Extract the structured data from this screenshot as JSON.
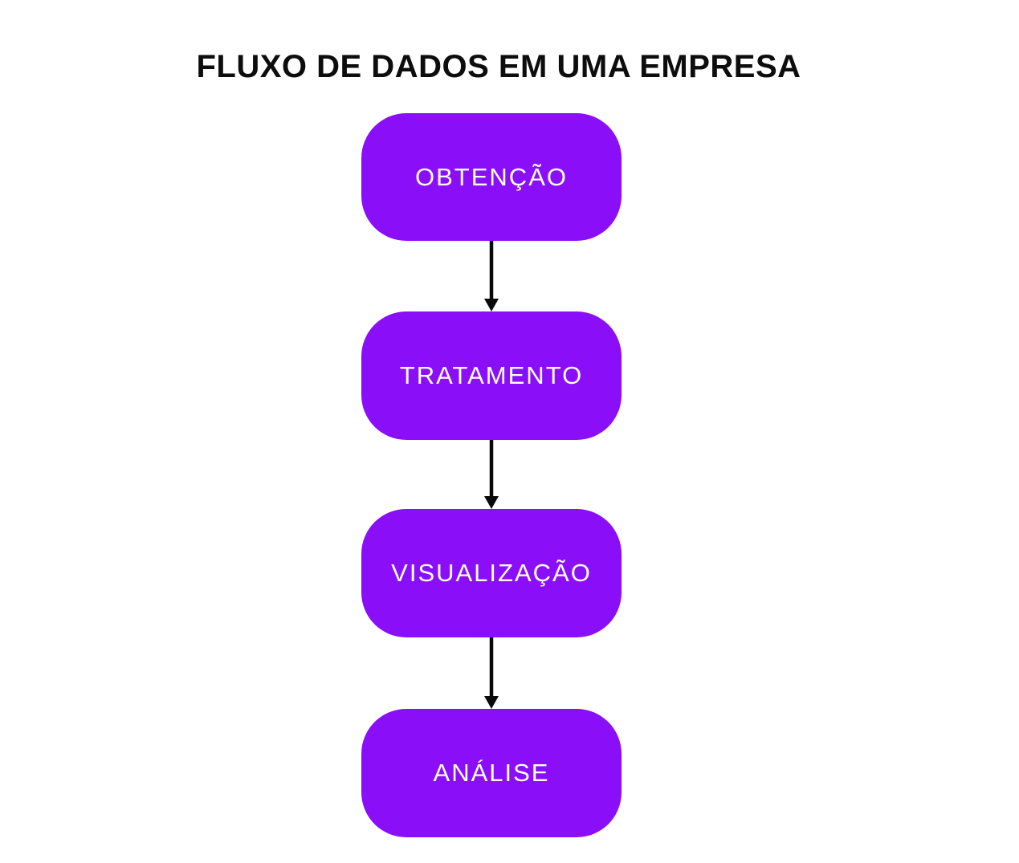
{
  "diagram": {
    "title": "FLUXO DE DADOS EM UMA EMPRESA",
    "type": "vertical-flowchart",
    "nodes": [
      {
        "id": "obtencao",
        "label": "OBTENÇÃO"
      },
      {
        "id": "tratamento",
        "label": "TRATAMENTO"
      },
      {
        "id": "visualizacao",
        "label": "VISUALIZAÇÃO"
      },
      {
        "id": "analise",
        "label": "ANÁLISE"
      }
    ],
    "edges": [
      {
        "from": "obtencao",
        "to": "tratamento"
      },
      {
        "from": "tratamento",
        "to": "visualizacao"
      },
      {
        "from": "visualizacao",
        "to": "analise"
      }
    ],
    "colors": {
      "node_fill": "#8a0ff8",
      "node_text": "#ffffff",
      "arrow": "#0a0a0a",
      "title_text": "#0d0d0d",
      "background": "#ffffff"
    }
  }
}
